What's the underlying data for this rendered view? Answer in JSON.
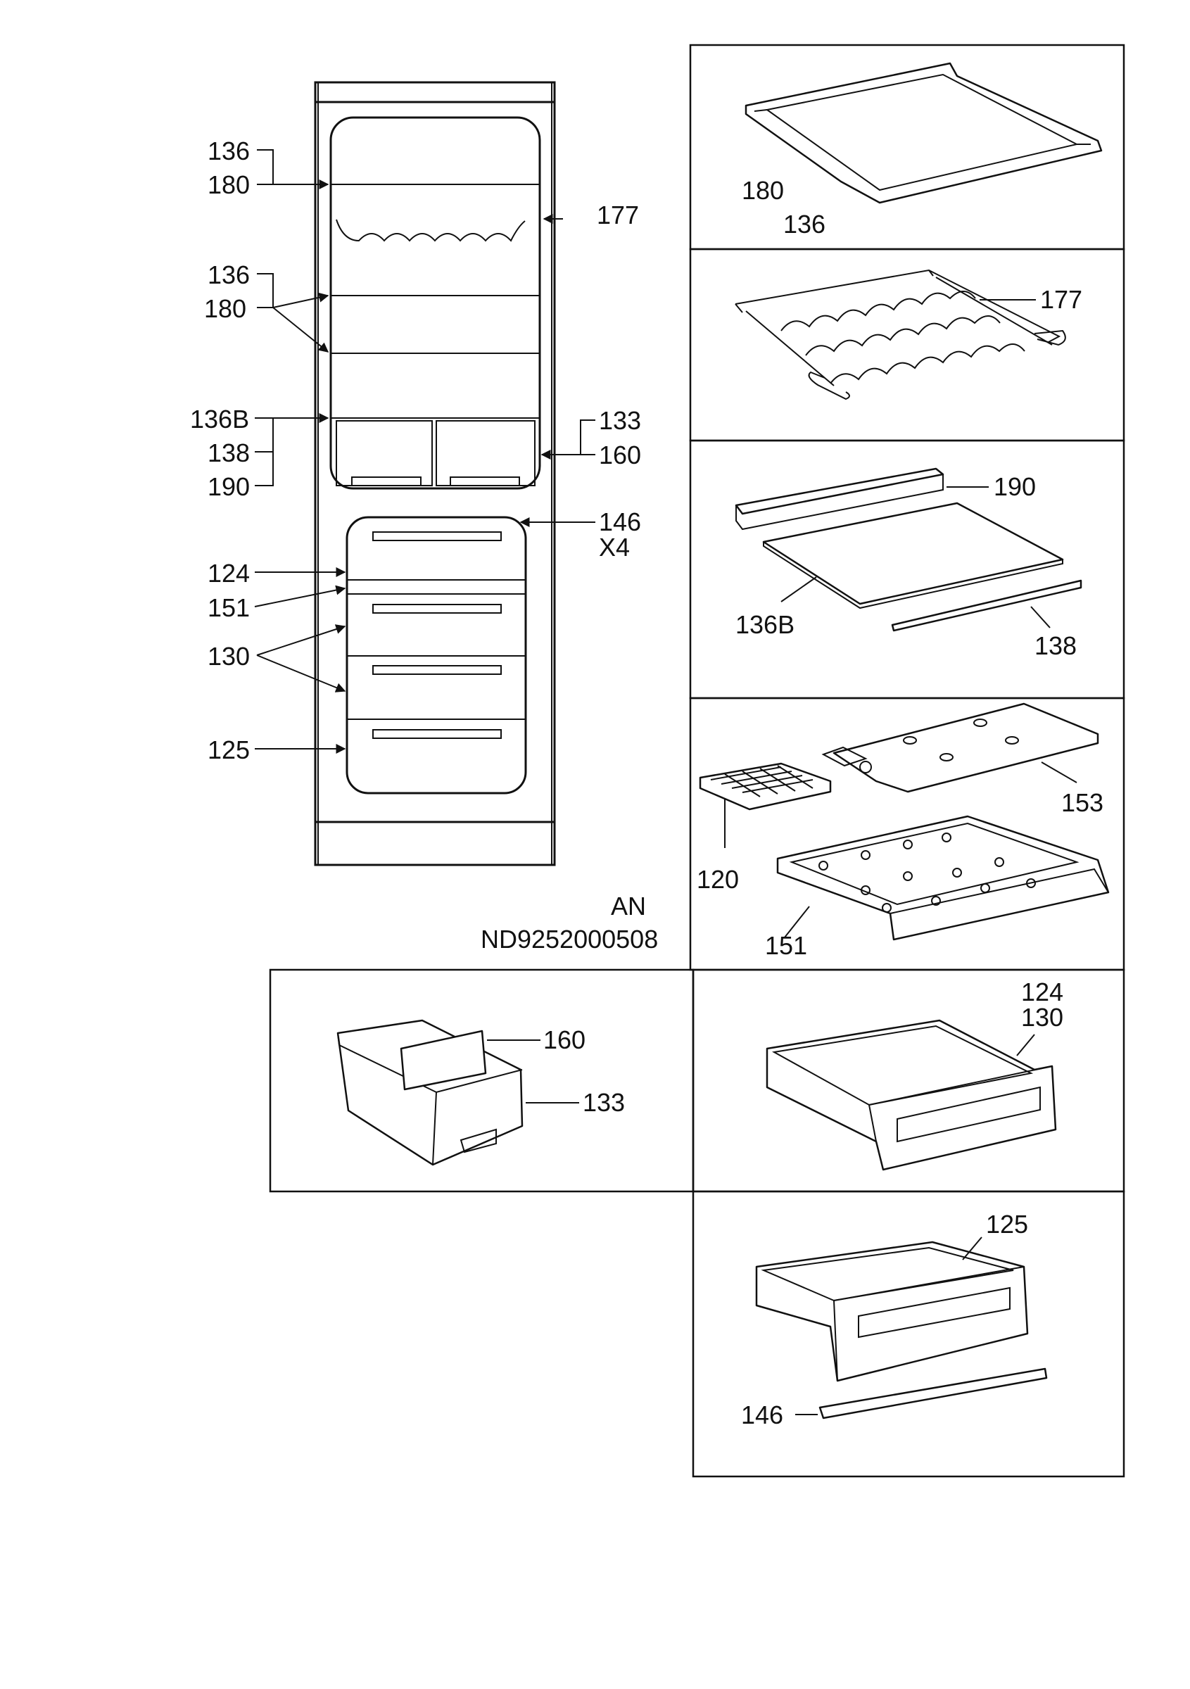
{
  "labels": {
    "l136_a": "136",
    "l180_a": "180",
    "l177": "177",
    "l136_b": "136",
    "l180_b": "180",
    "l136B": "136B",
    "l138": "138",
    "l190": "190",
    "l133": "133",
    "l160": "160",
    "l146": "146",
    "lX4": "X4",
    "l124": "124",
    "l151": "151",
    "l130": "130",
    "l125": "125",
    "code_an": "AN",
    "code_nd": "ND9252000508",
    "p1_180": "180",
    "p1_136": "136",
    "p2_177": "177",
    "p3_190": "190",
    "p3_136B": "136B",
    "p3_138": "138",
    "p4_153": "153",
    "p4_120": "120",
    "p4_151": "151",
    "p5_160": "160",
    "p5_133": "133",
    "p6_124": "124",
    "p6_130": "130",
    "p7_125": "125",
    "p7_146": "146"
  }
}
